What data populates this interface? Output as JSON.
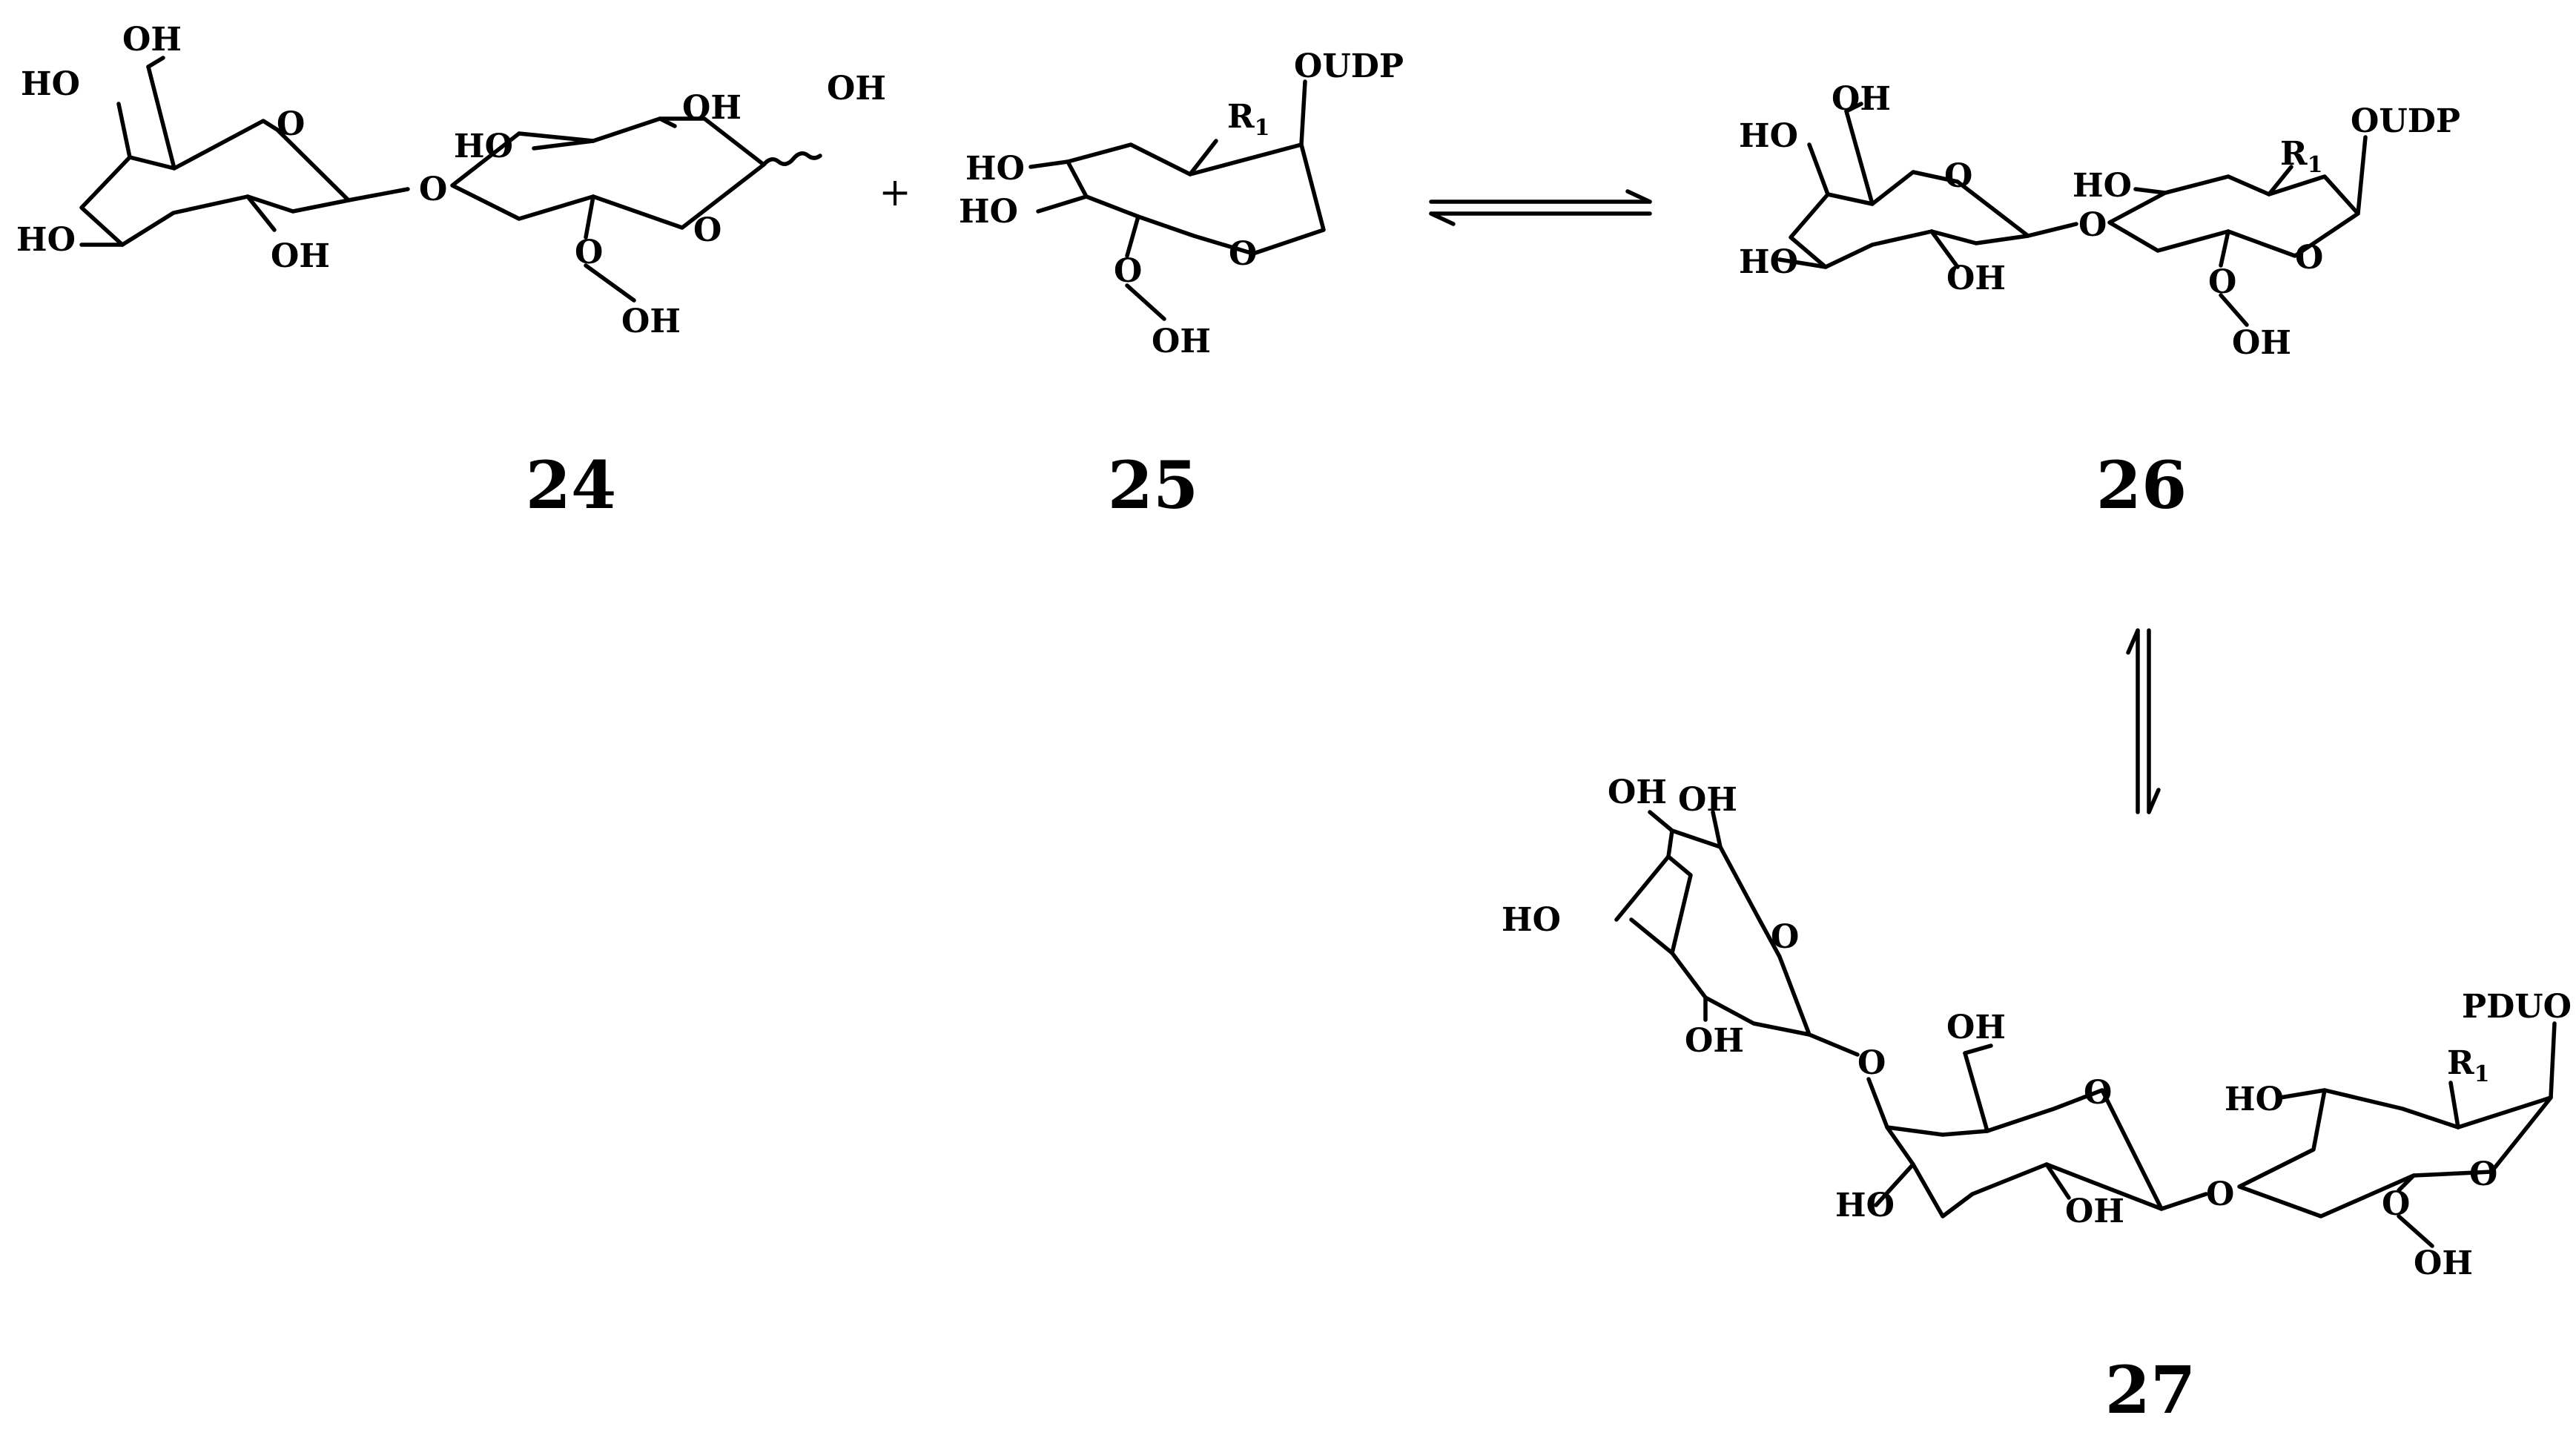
{
  "scheme": {
    "plus_sign": "+",
    "compounds": [
      {
        "id": "compound-24",
        "number": "24",
        "labels": [
          "OH",
          "HO",
          "O",
          "HO",
          "OH",
          "O",
          "HO",
          "OH",
          "OH",
          "O",
          "O",
          "OH"
        ]
      },
      {
        "id": "compound-25",
        "number": "25",
        "labels": [
          "OUDP",
          "R",
          "HO",
          "HO",
          "O",
          "O",
          "OH"
        ]
      },
      {
        "id": "compound-26",
        "number": "26",
        "labels": [
          "OH",
          "OUDP",
          "HO",
          "O",
          "R",
          "HO",
          "O",
          "HO",
          "OH",
          "O",
          "O",
          "OH"
        ]
      },
      {
        "id": "compound-27",
        "number": "27",
        "labels": [
          "OH",
          "OH",
          "HO",
          "O",
          "OH",
          "O",
          "OH",
          "O",
          "PDUO",
          "R",
          "HO",
          "O",
          "HO",
          "OH",
          "O",
          "O",
          "OH"
        ]
      }
    ],
    "subscript": "1",
    "arrows": [
      {
        "name": "equilibrium-25-26",
        "direction": "horizontal"
      },
      {
        "name": "equilibrium-26-27",
        "direction": "vertical"
      }
    ]
  }
}
